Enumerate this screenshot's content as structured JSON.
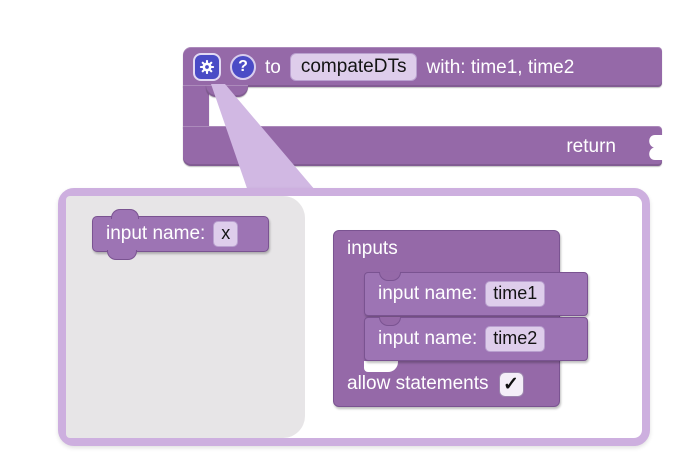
{
  "main_block": {
    "to_label": "to",
    "name_value": "compateDTs",
    "params_label": "with: time1, time2",
    "return_label": "return",
    "help_glyph": "?"
  },
  "mutator": {
    "flyout_block": {
      "label": "input name:",
      "value": "x"
    },
    "inputs_title": "inputs",
    "children": [
      {
        "label": "input name:",
        "value": "time1"
      },
      {
        "label": "input name:",
        "value": "time2"
      }
    ],
    "allow_statements_label": "allow statements",
    "checkbox_checked": true,
    "checkbox_glyph": "✓"
  },
  "icons": {
    "gear": "gear-icon",
    "help": "question-mark-icon",
    "check": "checkmark"
  },
  "colors": {
    "block_purple": "#9569A8",
    "block_purple_light": "#9D74B4",
    "block_outline": "#7A5391",
    "field_lavender": "#DECDEB",
    "popup_border": "#CDAFDF",
    "tail_lavender": "#D1B8E3",
    "flyout_gray": "#E7E5E7",
    "icon_indigo": "#4A4BC6",
    "text_on_block": "#FFFFFF"
  }
}
